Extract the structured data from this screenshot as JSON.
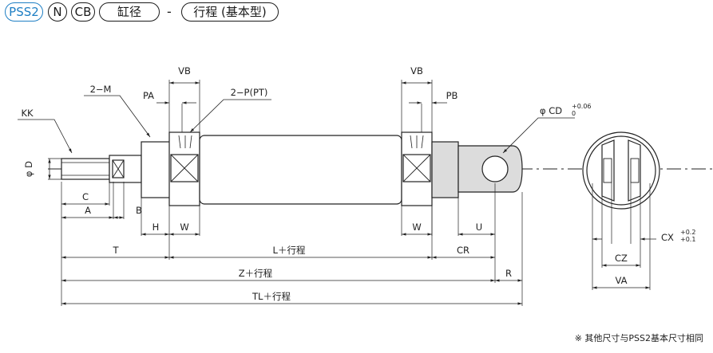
{
  "header": {
    "code_series": "PSS2",
    "code_n": "N",
    "code_cb": "CB",
    "code_bore": "缸径",
    "separator": "-",
    "code_stroke": "行程 (基本型)"
  },
  "labels": {
    "vb_left": "VB",
    "vb_right": "VB",
    "m2": "2−M",
    "pa": "PA",
    "p2": "2−P(PT)",
    "pb": "PB",
    "kk": "KK",
    "d": "φ D",
    "cd_main": "φ CD",
    "cd_sup": "+0.06",
    "cd_sub": "0",
    "c": "C",
    "a": "A",
    "b": "B",
    "h": "H",
    "w_left": "W",
    "w_right": "W",
    "u": "U",
    "t": "T",
    "l_stroke": "L＋行程",
    "cr": "CR",
    "z_stroke": "Z＋行程",
    "r": "R",
    "tl_stroke": "TL＋行程",
    "cx_main": "CX",
    "cx_sup": "+0.2",
    "cx_sub": "+0.1",
    "cz": "CZ",
    "va": "VA"
  },
  "footnote": "※ 其他尺寸与PSS2基本尺寸相同",
  "colors": {
    "accent": "#1f7fc4",
    "line": "#222222",
    "body_fill": "#ffffff",
    "clevis_fill": "#dcdcdc"
  }
}
